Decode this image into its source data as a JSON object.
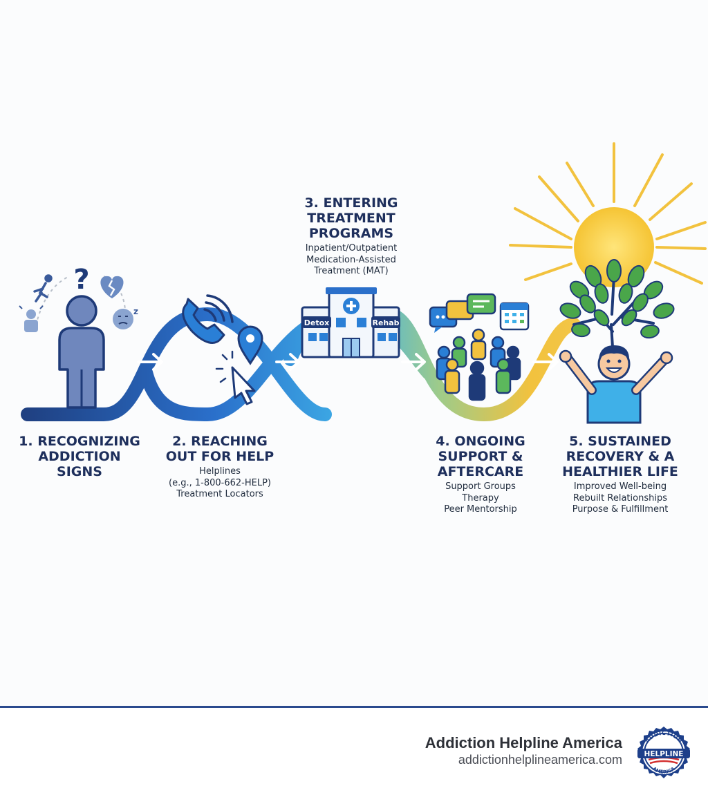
{
  "steps": [
    {
      "title": [
        "1. RECOGNIZING",
        "ADDICTION",
        "SIGNS"
      ],
      "details": []
    },
    {
      "title": [
        "2. REACHING",
        "OUT FOR HELP"
      ],
      "details": [
        "Helplines",
        "(e.g., 1-800-662-HELP)",
        "Treatment Locators"
      ]
    },
    {
      "title": [
        "3. ENTERING",
        "TREATMENT",
        "PROGRAMS"
      ],
      "details": [
        "Inpatient/Outpatient",
        "Medication-Assisted",
        "Treatment (MAT)"
      ],
      "building_labels": {
        "left": "Detox",
        "right": "Rehab"
      }
    },
    {
      "title": [
        "4. ONGOING",
        "SUPPORT &",
        "AFTERCARE"
      ],
      "details": [
        "Support Groups",
        "Therapy",
        "Peer Mentorship"
      ]
    },
    {
      "title": [
        "5. SUSTAINED",
        "RECOVERY & A",
        "HEALTHIER LIFE"
      ],
      "details": [
        "Improved Well-being",
        "Rebuilt Relationships",
        "Purpose & Fulfillment"
      ]
    }
  ],
  "brand": {
    "name": "Addiction Helpline America",
    "url": "addictionhelplineamerica.com",
    "logo_text": {
      "top": "ADDICTION",
      "middle": "HELPLINE",
      "bottom": "AMERICA"
    }
  },
  "colors": {
    "navy": "#1e3a78",
    "blue": "#2a7fd6",
    "light_blue": "#3fb0e8",
    "gold": "#f2c23e",
    "green": "#4aa64a"
  },
  "icons": [
    "question-icon",
    "running-person-icon",
    "broken-heart-icon",
    "sleep-face-icon",
    "stressed-person-icon",
    "person-figure-icon",
    "phone-icon",
    "location-pin-icon",
    "cursor-click-icon",
    "hospital-building-icon",
    "chat-bubbles-icon",
    "calendar-icon",
    "people-group-icon",
    "sun-icon",
    "tree-icon",
    "happy-person-icon",
    "arrow-icon"
  ]
}
